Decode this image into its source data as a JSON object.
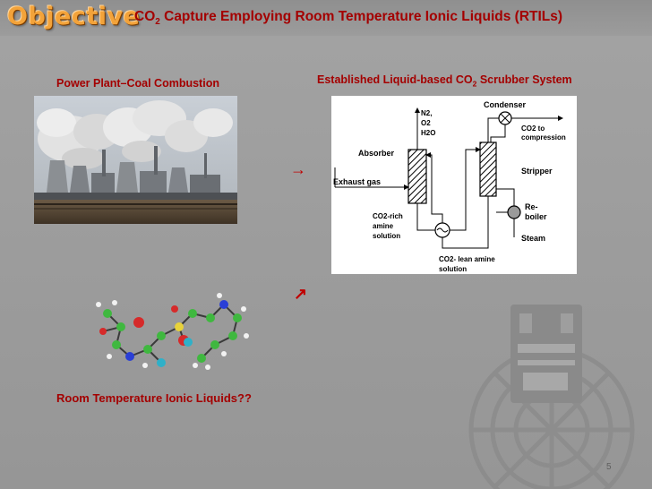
{
  "header": {
    "objective": "Objective",
    "title_pre": "CO",
    "title_sub": "2",
    "title_post": " Capture Employing Room Temperature Ionic Liquids (RTILs)"
  },
  "left_caption": "Power Plant–Coal Combustion",
  "right_caption": {
    "pre": "Established Liquid-based CO",
    "sub": "2",
    "post": " Scrubber System"
  },
  "bottom_caption": "Room Temperature Ionic Liquids??",
  "diagram": {
    "n2": "N2,",
    "o2": "O2",
    "h2o": "H2O",
    "condenser": "Condenser",
    "co2_to": "CO2 to",
    "compression": "compression",
    "absorber": "Absorber",
    "stripper": "Stripper",
    "exhaust_gas": "Exhaust gas",
    "reboiler_1": "Re-",
    "reboiler_2": "boiler",
    "steam": "Steam",
    "rich_1": "CO2-rich",
    "rich_2": "amine",
    "rich_3": "solution",
    "lean_1": "CO2- lean amine",
    "lean_2": "solution"
  },
  "arrows": {
    "right": "→",
    "diag": "↗"
  },
  "page_number": "5",
  "colors": {
    "accent_red": "#a40000",
    "objective_orange": "#f3a33a",
    "background": "#9e9e9e"
  }
}
